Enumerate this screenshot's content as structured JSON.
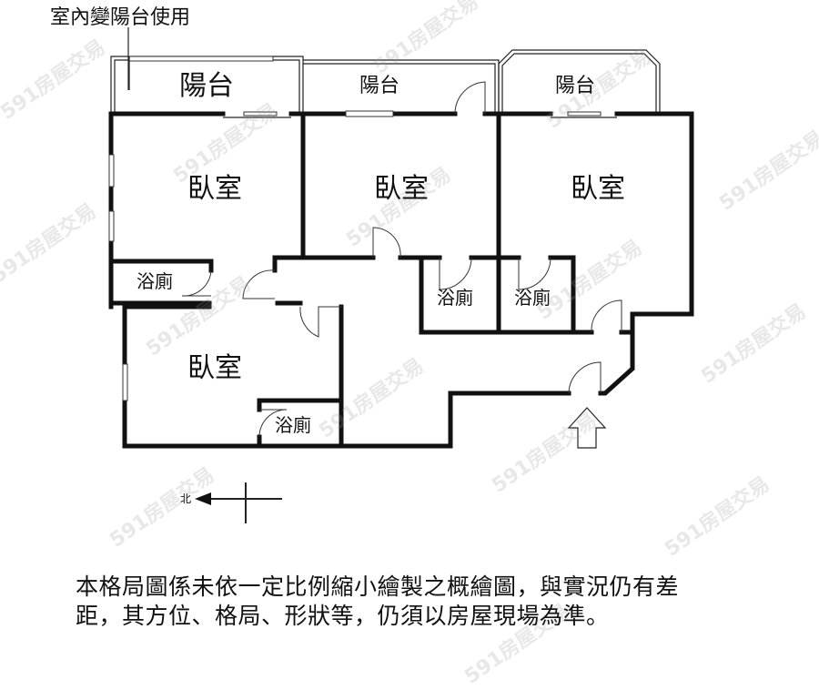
{
  "annotation": "室內變陽台使用",
  "rooms": {
    "balcony_left": "陽台",
    "balcony_mid": "陽台",
    "balcony_right": "陽台",
    "bedroom_1": "臥室",
    "bedroom_2": "臥室",
    "bedroom_3": "臥室",
    "bedroom_4": "臥室",
    "bath_1": "浴廁",
    "bath_2": "浴廁",
    "bath_3": "浴廁",
    "bath_4": "浴廁"
  },
  "compass": {
    "label": "北"
  },
  "disclaimer": {
    "line1": "本格局圖係未依一定比例縮小繪製之概繪圖，與實況仍有差",
    "line2": "距，其方位、格局、形狀等，仍須以房屋現場為準。"
  },
  "watermark": "591房屋交易"
}
